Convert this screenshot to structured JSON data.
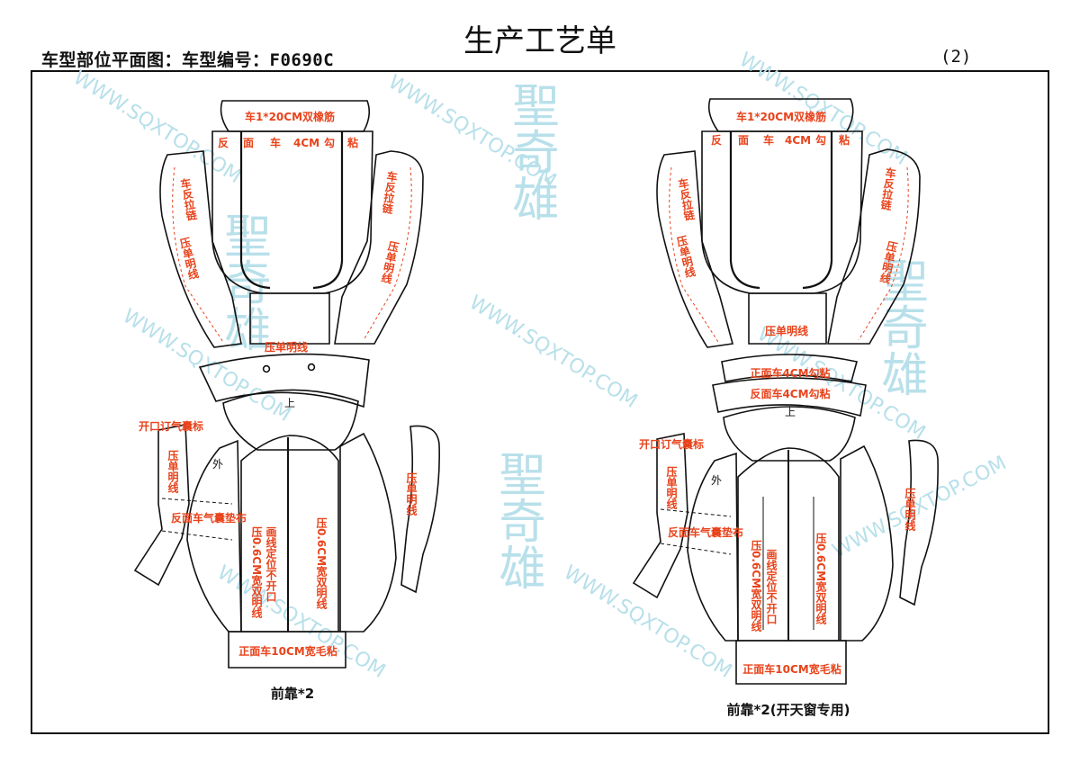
{
  "header": {
    "title": "生产工艺单",
    "subtitle": "车型部位平面图：车型编号：F0690C",
    "page_number": "(2)"
  },
  "watermark": {
    "url": "WWW.SQXTOP.COM",
    "brand": "聖奇雄"
  },
  "colors": {
    "line": "#111111",
    "annotation": "#e8431b",
    "watermark": "#b8e0ea"
  },
  "left_pattern": {
    "caption": "前靠*2",
    "top_band": "车1*20CM双橡筋",
    "top_line": [
      "反",
      "面",
      "车",
      "4CM",
      "勾",
      "粘"
    ],
    "side_left_1": "车反拉链",
    "side_left_2": "压单明线",
    "side_right_1": "车反拉链",
    "side_right_2": "压单明线",
    "bottom_of_top": "压单明线",
    "upper_mark": "上",
    "air_bag_note": "开口订气囊标",
    "strip_left": "压单明线",
    "outer_mark": "外",
    "pad_note": "反面车气囊垫布",
    "center_left": "压0.6CM宽双明线",
    "center_mid": "画线定位不开口",
    "center_right": "压0.6CM宽双明线",
    "strip_right": "压单明线",
    "base": "正面车10CM宽毛粘"
  },
  "right_pattern": {
    "caption": "前靠*2(开天窗专用)",
    "top_band": "车1*20CM双橡筋",
    "top_line": [
      "反",
      "面",
      "车",
      "4CM",
      "勾",
      "粘"
    ],
    "side_left_1": "车反拉链",
    "side_left_2": "压单明线",
    "side_right_1": "车反拉链",
    "side_right_2": "压单明线",
    "bottom_of_top": "压单明线",
    "band_1": "正面车4CM勾粘",
    "band_2": "反面车4CM勾粘",
    "upper_mark": "上",
    "air_bag_note": "开口订气囊标",
    "strip_left": "压单明线",
    "outer_mark": "外",
    "pad_note": "反面车气囊垫布",
    "center_left": "压0.6CM宽双明线",
    "center_mid": "画线定位不开口",
    "center_right": "压0.6CM宽双明线",
    "strip_right": "压单明线",
    "base": "正面车10CM宽毛粘"
  }
}
